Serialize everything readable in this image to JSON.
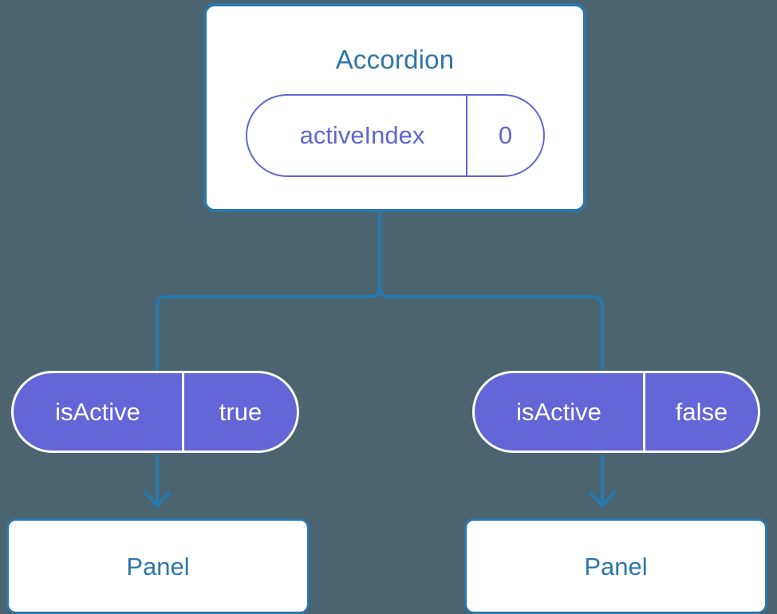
{
  "diagram": {
    "type": "component-tree",
    "background_color": "#4a6470",
    "accent_blue": "#2e76a8",
    "accent_purple": "#6266d6",
    "root": {
      "name": "accordion",
      "title": "Accordion",
      "prop": {
        "key": "activeIndex",
        "value": "0"
      }
    },
    "children": [
      {
        "name": "left-branch",
        "state": {
          "key": "isActive",
          "value": "true"
        },
        "panel_title": "Panel"
      },
      {
        "name": "right-branch",
        "state": {
          "key": "isActive",
          "value": "false"
        },
        "panel_title": "Panel"
      }
    ]
  }
}
